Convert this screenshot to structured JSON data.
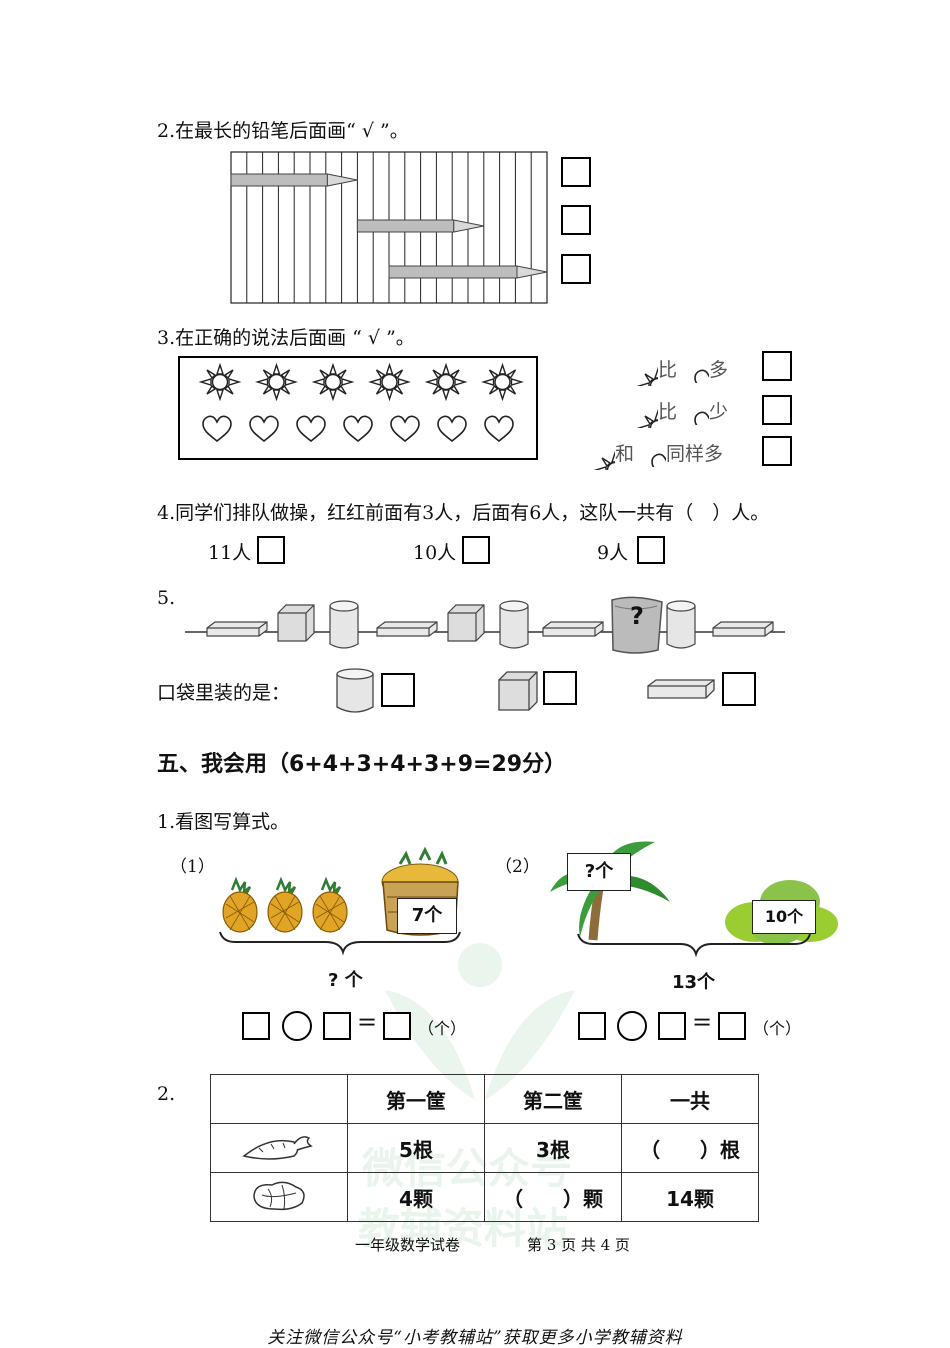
{
  "q2": {
    "title": "2.在最长的铅笔后面画“ √ ”。"
  },
  "q3": {
    "title": "3.在正确的说法后面画 “ √ ”。",
    "opt1_a": "比",
    "opt1_b": "多",
    "opt2_a": "比",
    "opt2_b": "少",
    "opt3_a": "和",
    "opt3_b": "同样多"
  },
  "q4": {
    "title": "4.同学们排队做操，红红前面有3人，后面有6人，这队一共有（　）人。",
    "opt1": "11人",
    "opt2": "10人",
    "opt3": "9人"
  },
  "q5": {
    "num": "5.",
    "bag_label": "?",
    "prompt": "口袋里装的是："
  },
  "section5": {
    "title": "五、我会用（6+4+3+4+3+9=29分）"
  },
  "s5q1": {
    "title": "1.看图写算式。",
    "p1": {
      "label": "（1）",
      "basket_count": "7个",
      "total": "? 个",
      "unit": "（个）",
      "eq": "="
    },
    "p2": {
      "label": "（2）",
      "tree_count": "?个",
      "bush_count": "10个",
      "total": "13个",
      "unit": "（个）",
      "eq": "="
    }
  },
  "s5q2": {
    "num": "2.",
    "headers": [
      "",
      "第一筐",
      "第二筐",
      "一共"
    ],
    "rows": [
      [
        "",
        "5根",
        "3根",
        "（　　）根"
      ],
      [
        "",
        "4颗",
        "（　　）颗",
        "14颗"
      ]
    ]
  },
  "footer": {
    "subject": "一年级数学试卷",
    "page": "第 3 页 共 4 页"
  },
  "bottom_note": "关注微信公众号“小考教辅站”获取更多小学教辅资料",
  "watermark": {
    "line1": "微信公众号",
    "line2": "教辅资料站"
  }
}
